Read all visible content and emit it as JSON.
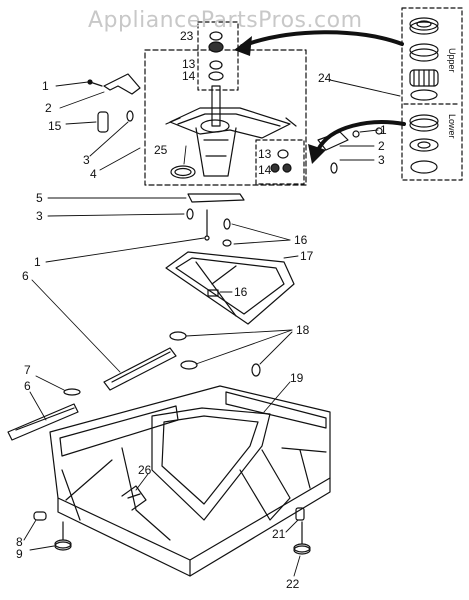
{
  "watermark": "AppliancePartsPros.com",
  "seal_labels": {
    "upper": "Upper",
    "lower": "Lower"
  },
  "callouts": [
    {
      "id": "1"
    },
    {
      "id": "2"
    },
    {
      "id": "15"
    },
    {
      "id": "3"
    },
    {
      "id": "4"
    },
    {
      "id": "23"
    },
    {
      "id": "13"
    },
    {
      "id": "14"
    },
    {
      "id": "24"
    },
    {
      "id": "25"
    },
    {
      "id": "1"
    },
    {
      "id": "2"
    },
    {
      "id": "3"
    },
    {
      "id": "13"
    },
    {
      "id": "14"
    },
    {
      "id": "5"
    },
    {
      "id": "3"
    },
    {
      "id": "1"
    },
    {
      "id": "16"
    },
    {
      "id": "17"
    },
    {
      "id": "6"
    },
    {
      "id": "16"
    },
    {
      "id": "18"
    },
    {
      "id": "7"
    },
    {
      "id": "6"
    },
    {
      "id": "19"
    },
    {
      "id": "26"
    },
    {
      "id": "8"
    },
    {
      "id": "9"
    },
    {
      "id": "21"
    },
    {
      "id": "22"
    }
  ]
}
